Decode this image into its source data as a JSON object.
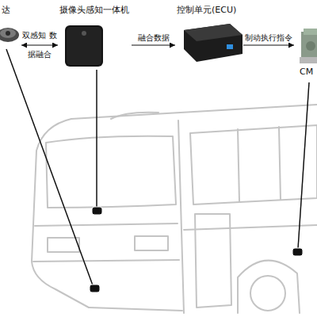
{
  "diagram": {
    "nodes": [
      {
        "text": [
          "达"
        ]
      },
      {
        "text": [
          "摄像头感知一体机"
        ]
      },
      {
        "text": [
          "控制单元(ECU)"
        ]
      },
      {
        "text": [
          "CM"
        ]
      }
    ],
    "edges": [
      {
        "from": 0,
        "to": 1,
        "arrow": "both",
        "label": "双感知 数据融合"
      },
      {
        "from": 1,
        "to": 2,
        "arrow": "to",
        "label": "融合数据"
      },
      {
        "from": 2,
        "to": 3,
        "arrow": "to",
        "label": "制动执行指令"
      }
    ]
  }
}
